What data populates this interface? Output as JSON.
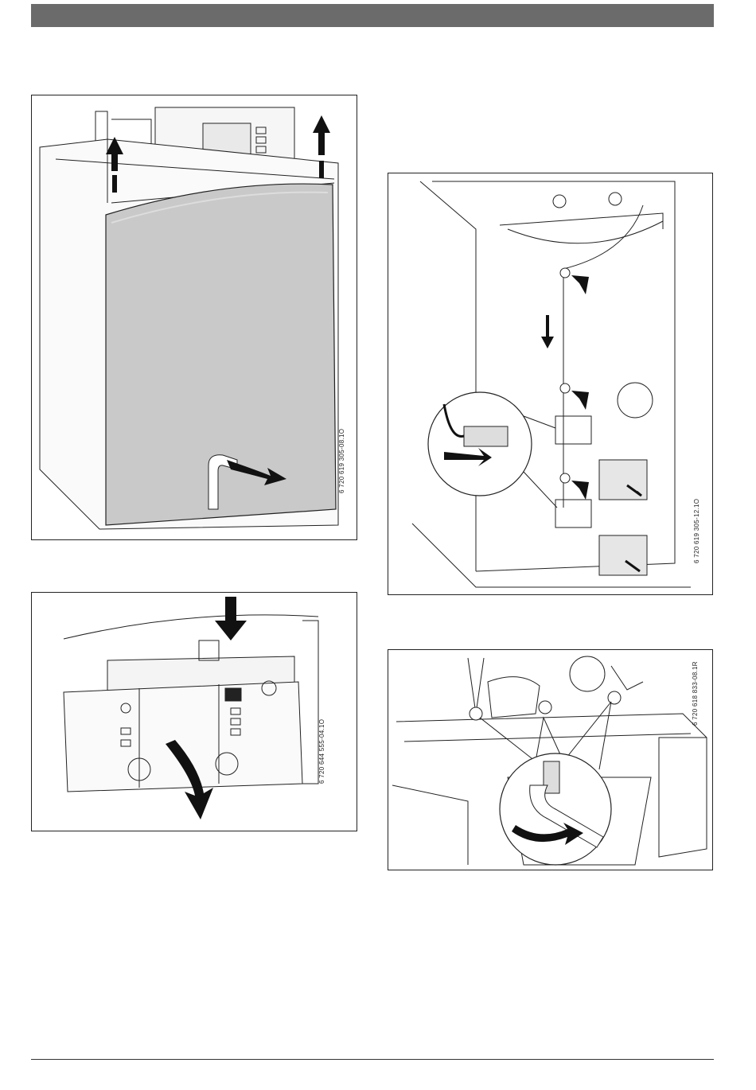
{
  "figures": {
    "fig1": {
      "code": "6 720 619 305-08.1O"
    },
    "fig2": {
      "code": "6 720 644 555-04.1O"
    },
    "fig3": {
      "code": "6 720 619 305-12.1O"
    },
    "fig4": {
      "code": "6 720 618 833-08.1R"
    }
  },
  "icons": [
    "arrow-up-icon",
    "arrow-down-icon",
    "curved-arrow-icon",
    "wrench-icon"
  ]
}
